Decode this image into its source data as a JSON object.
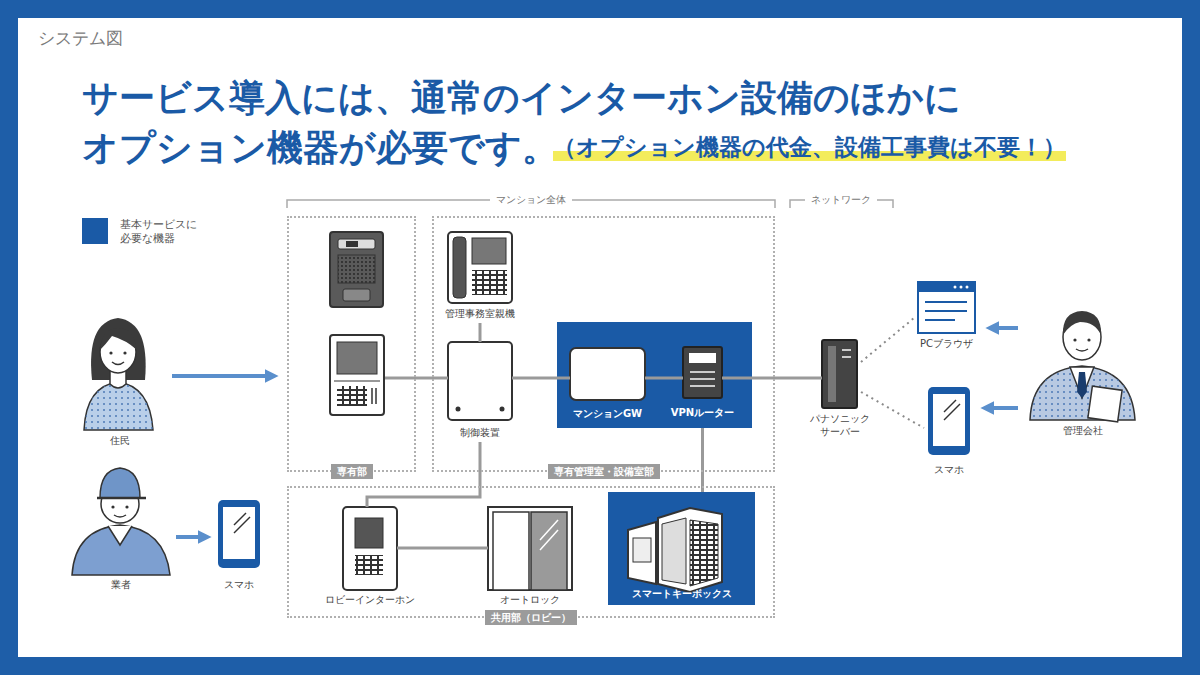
{
  "diagram": {
    "title": "サービス導入には、通常のインターホン設備のほかに オプション機器が必要です。",
    "nodes": [
      {
        "text": [
          "住民"
        ]
      },
      {
        "text": [
          "専有部"
        ]
      },
      {
        "text": [
          "専有管理室・設備室部"
        ]
      },
      {
        "text": [
          "管理事務室親機"
        ],
        "in": 2
      },
      {
        "text": [
          "制御装置"
        ],
        "in": 2
      },
      {
        "text": [
          "マンションGW"
        ],
        "in": 2
      },
      {
        "text": [
          "VPNルーター"
        ],
        "in": 2
      },
      {
        "text": [
          "パナソニック サーバー"
        ]
      },
      {
        "text": [
          "PCブラウザ"
        ]
      },
      {
        "text": [
          "スマホ"
        ]
      },
      {
        "text": [
          "管理会社"
        ]
      },
      {
        "text": [
          "業者"
        ]
      },
      {
        "text": [
          "スマホ"
        ]
      },
      {
        "text": [
          "共用部（ロビー）"
        ]
      },
      {
        "text": [
          "ロビーインターホン"
        ],
        "in": 13
      },
      {
        "text": [
          "オートロック"
        ],
        "in": 13
      },
      {
        "text": [
          "スマートキーボックス"
        ],
        "in": 13
      }
    ],
    "edges": [
      {
        "from": 0,
        "to": 1,
        "arrow": "to"
      },
      {
        "from": 1,
        "to": 4,
        "arrow": "none"
      },
      {
        "from": 3,
        "to": 4,
        "arrow": "none"
      },
      {
        "from": 4,
        "to": 5,
        "arrow": "none"
      },
      {
        "from": 5,
        "to": 6,
        "arrow": "none"
      },
      {
        "from": 6,
        "to": 7,
        "arrow": "none"
      },
      {
        "from": 6,
        "to": 16,
        "arrow": "none"
      },
      {
        "from": 4,
        "to": 14,
        "arrow": "none"
      },
      {
        "from": 14,
        "to": 15,
        "arrow": "none"
      },
      {
        "from": 7,
        "to": 8,
        "arrow": "none"
      },
      {
        "from": 7,
        "to": 9,
        "arrow": "none"
      },
      {
        "from": 10,
        "to": 8,
        "arrow": "to"
      },
      {
        "from": 10,
        "to": 9,
        "arrow": "to"
      },
      {
        "from": 11,
        "to": 12,
        "arrow": "to"
      }
    ],
    "labels": [
      "システム図",
      "（オプション機器の代金、設備工事費は不要！）",
      "マンション全体",
      "ネットワーク"
    ],
    "legend": [
      {
        "text": "基本サービスに 必要な機器",
        "color": "#1a5aa6"
      }
    ]
  }
}
